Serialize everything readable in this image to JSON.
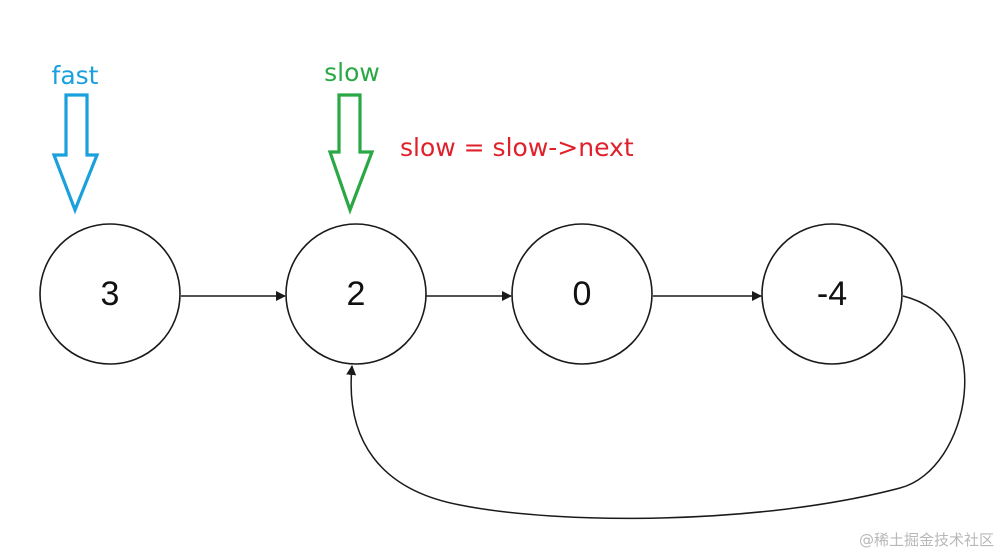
{
  "nodes": [
    {
      "label": "3"
    },
    {
      "label": "2"
    },
    {
      "label": "0"
    },
    {
      "label": "-4"
    }
  ],
  "pointers": {
    "fast": {
      "label": "fast",
      "color": "#1aa0dc",
      "points_to": "3"
    },
    "slow": {
      "label": "slow",
      "color": "#2aa845",
      "points_to": "2"
    }
  },
  "annotation": {
    "text": "slow = slow->next",
    "color": "#e0202a"
  },
  "edges": [
    {
      "from": "3",
      "to": "2"
    },
    {
      "from": "2",
      "to": "0"
    },
    {
      "from": "0",
      "to": "-4"
    },
    {
      "from": "-4",
      "to": "2",
      "curved": true
    }
  ],
  "watermark": "@稀土掘金技术社区"
}
